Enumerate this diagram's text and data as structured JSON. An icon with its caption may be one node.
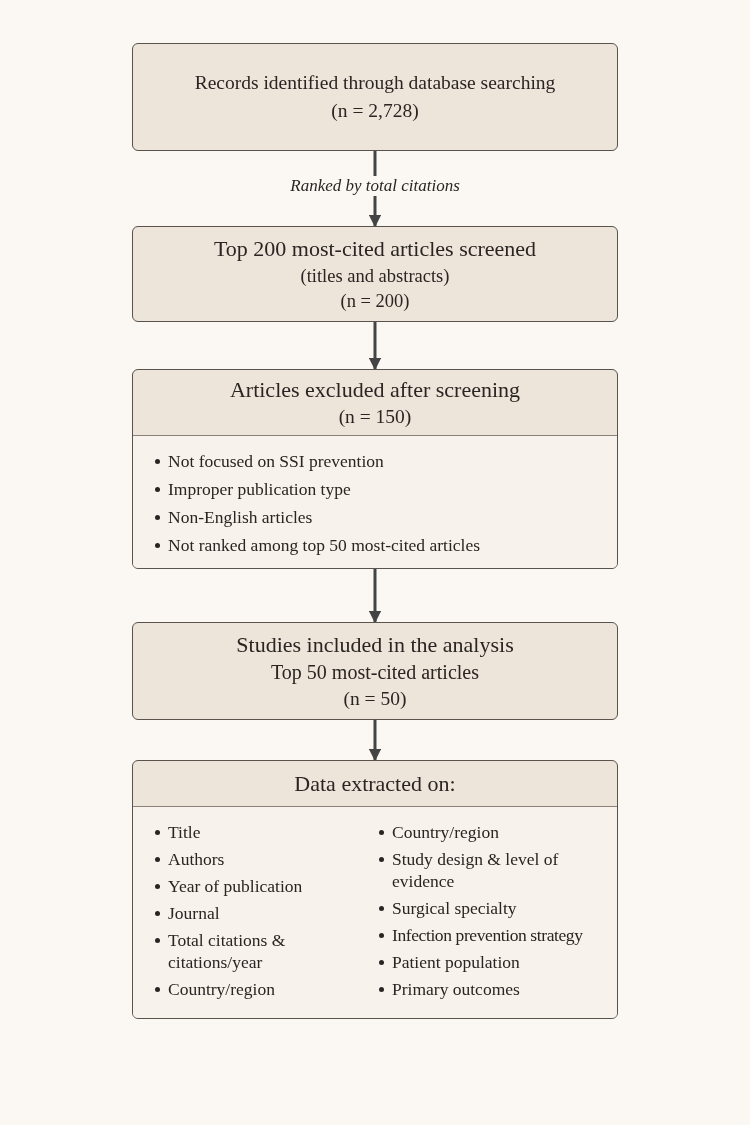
{
  "diagram": {
    "nodes": [
      {
        "text": [
          "Records identified through database searching",
          "(n = 2,728)"
        ]
      },
      {
        "text": [
          "Top 200 most-cited articles screened",
          "(titles and abstracts)",
          "(n = 200)"
        ]
      },
      {
        "text": [
          "Articles excluded after screening",
          "(n = 150)",
          "Not focused on SSI prevention",
          "Improper publication type",
          "Non-English articles",
          "Not ranked among top 50 most-cited articles"
        ]
      },
      {
        "text": [
          "Studies included in the analysis",
          "Top 50 most-cited articles",
          "(n = 50)"
        ]
      },
      {
        "text": [
          "Data extracted on:",
          "Title",
          "Authors",
          "Year of publication",
          "Journal",
          "Total citations & citations/year",
          "Country/region",
          "Country/region",
          "Study design & level of evidence",
          "Surgical specialty",
          "Infection prevention strategy",
          "Patient population",
          "Primary outcomes"
        ]
      }
    ],
    "edges": [
      {
        "from": 0,
        "to": 1,
        "arrow": "to",
        "label": "Ranked by total citations"
      },
      {
        "from": 1,
        "to": 2,
        "arrow": "to"
      },
      {
        "from": 2,
        "to": 3,
        "arrow": "to"
      },
      {
        "from": 3,
        "to": 4,
        "arrow": "to"
      }
    ]
  }
}
